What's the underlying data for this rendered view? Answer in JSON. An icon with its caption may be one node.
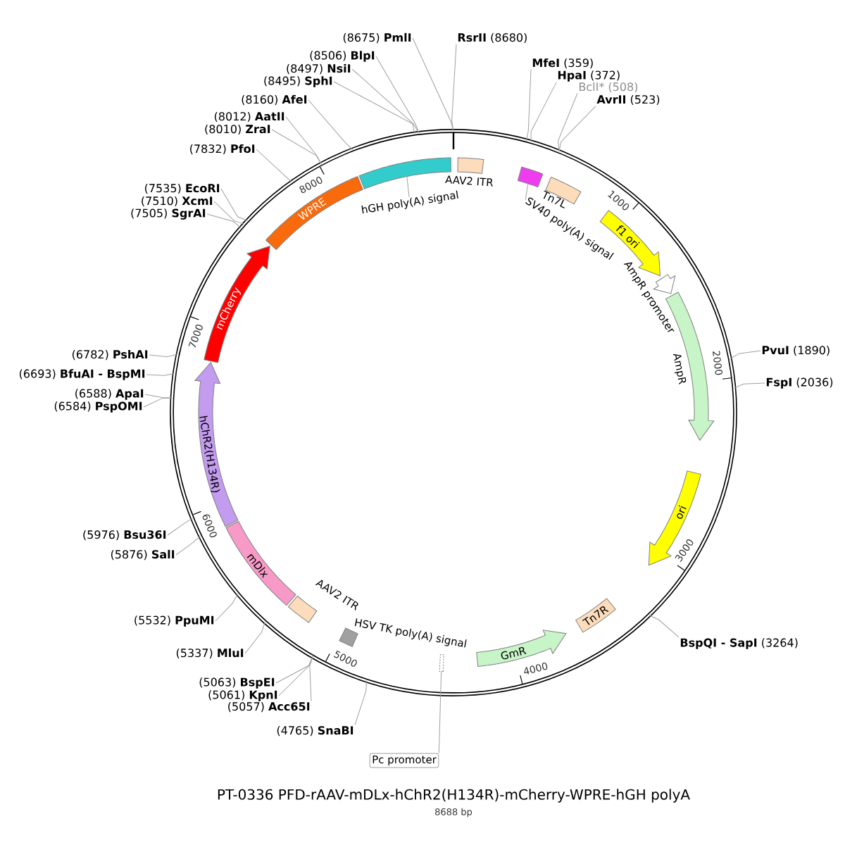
{
  "diagram": {
    "title": "PT-0336 PFD-rAAV-mDLx-hChR2(H134R)-mCherry-WPRE-hGH polyA",
    "caption": "8688 bp",
    "nodes": [
      {
        "text": [],
        "shape": "circle"
      },
      {
        "text": [],
        "shape": "box",
        "in": 0,
        "beside": [
          "AAV2 ITR"
        ]
      },
      {
        "text": [],
        "shape": "box",
        "in": 0
      },
      {
        "text": [],
        "shape": "box",
        "in": 0,
        "beside": [
          "Tn7L"
        ]
      },
      {
        "text": [
          "f1 ori"
        ],
        "in": 0
      },
      {
        "text": [
          "AmpR promoter"
        ],
        "in": 0
      },
      {
        "text": [],
        "shape": "arrow",
        "in": 0,
        "beside": [
          "AmpR"
        ]
      },
      {
        "text": [
          "ori"
        ],
        "in": 0
      },
      {
        "text": [
          "Tn7R"
        ],
        "in": 0
      },
      {
        "text": [
          "GmR"
        ],
        "in": 0
      },
      {
        "text": [],
        "shape": "box",
        "in": 0
      },
      {
        "text": [],
        "shape": "box",
        "in": 0,
        "beside": [
          "HSV TK poly(A) signal"
        ]
      },
      {
        "text": [],
        "shape": "box",
        "in": 0,
        "beside": [
          "AAV2 ITR"
        ]
      },
      {
        "text": [
          "mDlx"
        ],
        "in": 0
      },
      {
        "text": [
          "hChR2(H134R)"
        ],
        "in": 0
      },
      {
        "text": [
          "mCherry"
        ],
        "in": 0
      },
      {
        "text": [
          "WPRE"
        ],
        "in": 0
      },
      {
        "text": [],
        "shape": "box",
        "in": 0
      },
      {
        "text": [
          "hGH poly(A) signal"
        ],
        "in": 0
      },
      {
        "text": [
          "SV40 poly(A) signal"
        ],
        "in": 0
      },
      {
        "text": [
          "Pc promoter"
        ]
      },
      {
        "text": [
          "**RsrII** (8680)"
        ]
      },
      {
        "text": [
          "**MfeI** (359)"
        ]
      },
      {
        "text": [
          "**HpaI** (372)"
        ]
      },
      {
        "text": [
          "BclI* (508)"
        ]
      },
      {
        "text": [
          "**AvrII** (523)"
        ]
      },
      {
        "text": [
          "**PvuI** (1890)"
        ]
      },
      {
        "text": [
          "**FspI** (2036)"
        ]
      },
      {
        "text": [
          "**BspQI - SapI** (3264)"
        ]
      },
      {
        "text": [
          "(4765) **SnaBI**"
        ]
      },
      {
        "text": [
          "(5057) **Acc65I**"
        ]
      },
      {
        "text": [
          "(5061) **KpnI**"
        ]
      },
      {
        "text": [
          "(5063) **BspEI**"
        ]
      },
      {
        "text": [
          "(5337) **MluI**"
        ]
      },
      {
        "text": [
          "(5532) **PpuMI**"
        ]
      },
      {
        "text": [
          "(5876) **SalI**"
        ]
      },
      {
        "text": [
          "(5976) **Bsu36I**"
        ]
      },
      {
        "text": [
          "(6584) **PspOMI**"
        ]
      },
      {
        "text": [
          "(6588) **ApaI**"
        ]
      },
      {
        "text": [
          "(6693) **BfuAI - BspMI**"
        ]
      },
      {
        "text": [
          "(6782) **PshAI**"
        ]
      },
      {
        "text": [
          "(7505) **SgrAI**"
        ]
      },
      {
        "text": [
          "(7510) **XcmI**"
        ]
      },
      {
        "text": [
          "(7535) **EcoRI**"
        ]
      },
      {
        "text": [
          "(7832) **PfoI**"
        ]
      },
      {
        "text": [
          "(8010) **ZraI**"
        ]
      },
      {
        "text": [
          "(8012) **AatII**"
        ]
      },
      {
        "text": [
          "(8160) **AfeI**"
        ]
      },
      {
        "text": [
          "(8495) **SphI**"
        ]
      },
      {
        "text": [
          "(8497) **NsiI**"
        ]
      },
      {
        "text": [
          "(8506) **BlpI**"
        ]
      },
      {
        "text": [
          "(8675) **PmlI**"
        ]
      }
    ],
    "edges": [
      {
        "from": 18,
        "to": 17,
        "arrow": "none"
      },
      {
        "from": 19,
        "to": 2,
        "arrow": "none"
      },
      {
        "from": 20,
        "to": 10,
        "arrow": "none"
      },
      {
        "from": 21,
        "to": 0,
        "arrow": "none"
      },
      {
        "from": 22,
        "to": 0,
        "arrow": "none"
      },
      {
        "from": 23,
        "to": 0,
        "arrow": "none"
      },
      {
        "from": 24,
        "to": 0,
        "arrow": "none"
      },
      {
        "from": 25,
        "to": 0,
        "arrow": "none"
      },
      {
        "from": 26,
        "to": 0,
        "arrow": "none"
      },
      {
        "from": 27,
        "to": 0,
        "arrow": "none"
      },
      {
        "from": 28,
        "to": 0,
        "arrow": "none"
      },
      {
        "from": 29,
        "to": 0,
        "arrow": "none"
      },
      {
        "from": 30,
        "to": 0,
        "arrow": "none"
      },
      {
        "from": 31,
        "to": 0,
        "arrow": "none"
      },
      {
        "from": 32,
        "to": 0,
        "arrow": "none"
      },
      {
        "from": 33,
        "to": 0,
        "arrow": "none"
      },
      {
        "from": 34,
        "to": 0,
        "arrow": "none"
      },
      {
        "from": 35,
        "to": 0,
        "arrow": "none"
      },
      {
        "from": 36,
        "to": 0,
        "arrow": "none"
      },
      {
        "from": 37,
        "to": 0,
        "arrow": "none"
      },
      {
        "from": 38,
        "to": 0,
        "arrow": "none"
      },
      {
        "from": 39,
        "to": 0,
        "arrow": "none"
      },
      {
        "from": 40,
        "to": 0,
        "arrow": "none"
      },
      {
        "from": 41,
        "to": 0,
        "arrow": "none"
      },
      {
        "from": 42,
        "to": 0,
        "arrow": "none"
      },
      {
        "from": 43,
        "to": 0,
        "arrow": "none"
      },
      {
        "from": 44,
        "to": 0,
        "arrow": "none"
      },
      {
        "from": 45,
        "to": 0,
        "arrow": "none"
      },
      {
        "from": 46,
        "to": 0,
        "arrow": "none"
      },
      {
        "from": 47,
        "to": 0,
        "arrow": "none"
      },
      {
        "from": 48,
        "to": 0,
        "arrow": "none"
      },
      {
        "from": 49,
        "to": 0,
        "arrow": "none"
      },
      {
        "from": 50,
        "to": 0,
        "arrow": "none"
      },
      {
        "from": 51,
        "to": 0,
        "arrow": "none"
      }
    ],
    "labels": [
      "1000",
      "2000",
      "3000",
      "4000",
      "5000",
      "6000",
      "7000",
      "8000"
    ]
  }
}
